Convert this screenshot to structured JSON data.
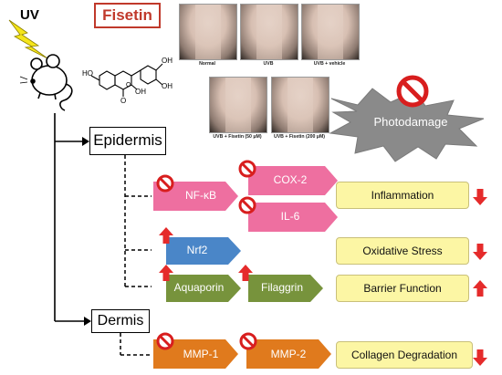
{
  "header": {
    "uv_label": "UV",
    "compound_title": "Fisetin"
  },
  "structure": {
    "left_oh": "HO",
    "right_oh_top": "OH",
    "right_oh_mid": "OH",
    "ring_oh": "OH",
    "carbonyl_o": "O",
    "ring_o": "O"
  },
  "photos": [
    {
      "caption": "Normal"
    },
    {
      "caption": "UVB"
    },
    {
      "caption": "UVB + vehicle"
    },
    {
      "caption": "UVB + Fisetin (50 μM)"
    },
    {
      "caption": "UVB + Fisetin (200 μM)"
    }
  ],
  "photodamage_label": "Photodamage",
  "layers": {
    "epidermis": "Epidermis",
    "dermis": "Dermis"
  },
  "mediators": {
    "nfkb": "NF-κB",
    "cox2": "COX-2",
    "il6": "IL-6",
    "nrf2": "Nrf2",
    "aquaporin": "Aquaporin",
    "filaggrin": "Filaggrin",
    "mmp1": "MMP-1",
    "mmp2": "MMP-2"
  },
  "effects": {
    "inflammation": "Inflammation",
    "oxidative_stress": "Oxidative Stress",
    "barrier_function": "Barrier Function",
    "collagen_degradation": "Collagen Degradation"
  },
  "colors": {
    "pink": "#ee6fa0",
    "blue": "#4a86c8",
    "green": "#77933c",
    "orange": "#e07a1d",
    "yellow": "#fcf6a4",
    "arrow_red": "#e52b2b",
    "ban_red": "#d81e1e"
  }
}
